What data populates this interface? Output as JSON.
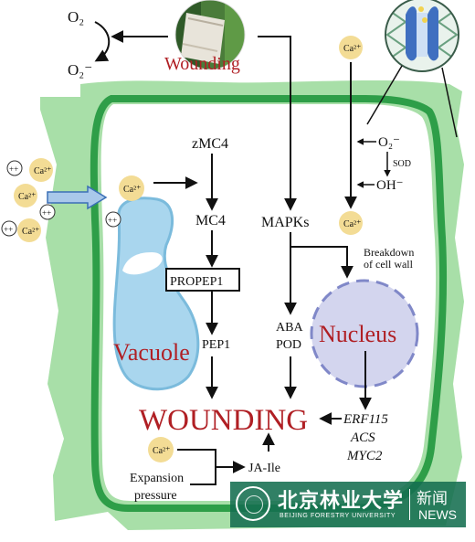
{
  "colors": {
    "cell_outer": "#a8dfa8",
    "cell_border": "#2e9e48",
    "vacuole": "#a9d6ee",
    "vacuole_stroke": "#7bbbdc",
    "nucleus": "#d3d5ee",
    "nucleus_stroke": "#8088c8",
    "calcium": "#f3dc95",
    "accent_red": "#b01f24"
  },
  "labels": {
    "o2_top": "O₂",
    "o2_bottom": "O₂⁻",
    "wounding_photo": "Wounding",
    "ca_top": "Ca²⁺",
    "ca_inner": "Ca²⁺",
    "ca_mid": "Ca²⁺",
    "ca_bottom": "Ca²⁺",
    "ca_out1": "Ca²⁺",
    "ca_out2": "Ca²⁺",
    "ca_out3": "Ca²⁺",
    "plus_sign": "++",
    "o2_minus_mid": "O₂⁻",
    "sod": "SOD",
    "oh": "OH⁻",
    "zmc4": "zMC4",
    "mc4": "MC4",
    "propep1": "PROPEP1",
    "pep1": "PEP1",
    "vacuole": "Vacuole",
    "mapks": "MAPKs",
    "breakdown_1": "Breakdown",
    "breakdown_2": "of cell wall",
    "aba": "ABA",
    "pod": "POD",
    "nucleus": "Nucleus",
    "wounding_main": "WOUNDING",
    "erf115": "ERF115",
    "acs": "ACS",
    "myc2": "MYC2",
    "ja_ile": "JA-Ile",
    "expansion": "Expansion",
    "pressure": "pressure"
  },
  "watermark": {
    "name_cn": "北京林业大学",
    "name_en": "BEIJING FORESTRY UNIVERSITY",
    "news_cn": "新闻",
    "news_en": "NEWS"
  }
}
